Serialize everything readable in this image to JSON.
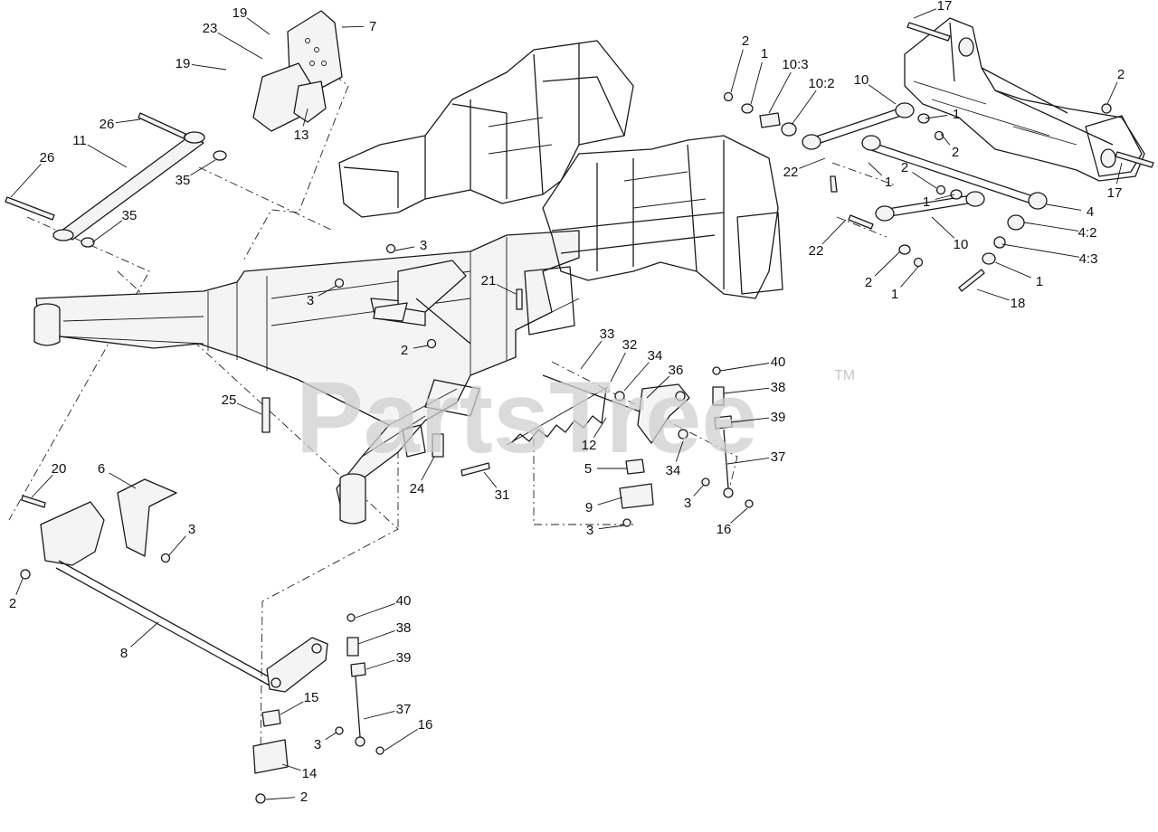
{
  "watermark": {
    "text": "PartsTree",
    "trademark": "TM"
  },
  "callouts": [
    {
      "label": "19"
    },
    {
      "label": "7"
    },
    {
      "label": "23"
    },
    {
      "label": "19"
    },
    {
      "label": "13"
    },
    {
      "label": "26"
    },
    {
      "label": "11"
    },
    {
      "label": "26"
    },
    {
      "label": "35"
    },
    {
      "label": "35"
    },
    {
      "label": "3"
    },
    {
      "label": "3"
    },
    {
      "label": "2"
    },
    {
      "label": "21"
    },
    {
      "label": "25"
    },
    {
      "label": "24"
    },
    {
      "label": "31"
    },
    {
      "label": "20"
    },
    {
      "label": "6"
    },
    {
      "label": "3"
    },
    {
      "label": "2"
    },
    {
      "label": "8"
    },
    {
      "label": "40"
    },
    {
      "label": "38"
    },
    {
      "label": "39"
    },
    {
      "label": "15"
    },
    {
      "label": "37"
    },
    {
      "label": "3"
    },
    {
      "label": "16"
    },
    {
      "label": "14"
    },
    {
      "label": "2"
    },
    {
      "label": "33"
    },
    {
      "label": "32"
    },
    {
      "label": "34"
    },
    {
      "label": "36"
    },
    {
      "label": "12"
    },
    {
      "label": "5"
    },
    {
      "label": "34"
    },
    {
      "label": "9"
    },
    {
      "label": "3"
    },
    {
      "label": "40"
    },
    {
      "label": "38"
    },
    {
      "label": "39"
    },
    {
      "label": "37"
    },
    {
      "label": "3"
    },
    {
      "label": "16"
    },
    {
      "label": "17"
    },
    {
      "label": "2"
    },
    {
      "label": "1"
    },
    {
      "label": "10:3"
    },
    {
      "label": "10:2"
    },
    {
      "label": "10"
    },
    {
      "label": "2"
    },
    {
      "label": "1"
    },
    {
      "label": "2"
    },
    {
      "label": "22"
    },
    {
      "label": "1"
    },
    {
      "label": "2"
    },
    {
      "label": "17"
    },
    {
      "label": "1"
    },
    {
      "label": "4"
    },
    {
      "label": "22"
    },
    {
      "label": "10"
    },
    {
      "label": "4:2"
    },
    {
      "label": "4:3"
    },
    {
      "label": "1"
    },
    {
      "label": "2"
    },
    {
      "label": "1"
    },
    {
      "label": "18"
    }
  ]
}
